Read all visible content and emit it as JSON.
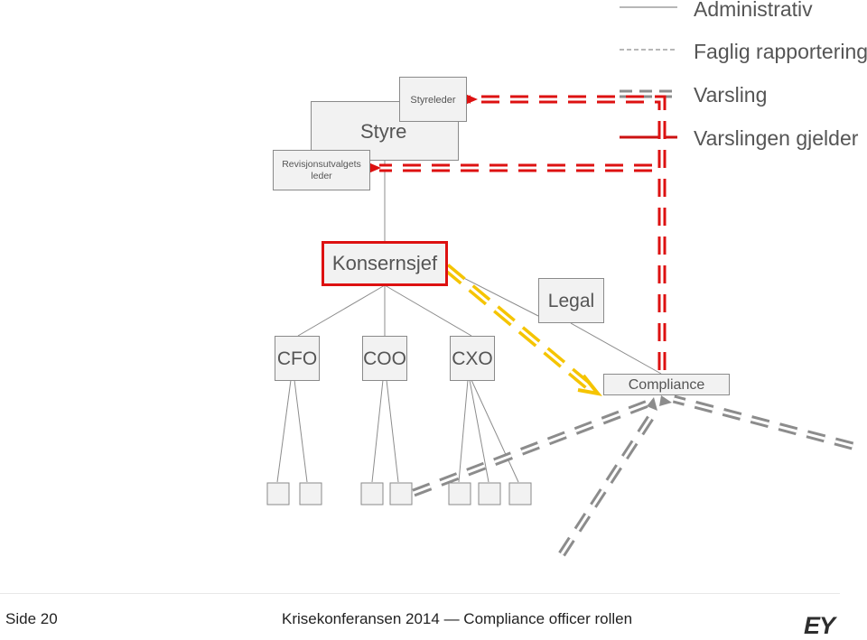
{
  "legend": {
    "administrative": "Administrativ",
    "professional_reporting": "Faglig rapportering",
    "whistleblowing": "Varsling",
    "whistleblowing_applies": "Varslingen gjelder"
  },
  "org": {
    "board": "Styre",
    "board_chair": "Styreleder",
    "audit_committee_chair_line1": "Revisjonsutvalgets",
    "audit_committee_chair_line2": "leder",
    "ceo": "Konsernsjef",
    "legal": "Legal",
    "compliance": "Compliance",
    "cfo": "CFO",
    "coo": "COO",
    "cxo": "CXO"
  },
  "footer": {
    "page": "Side 20",
    "title": "Krisekonferansen 2014 — Compliance officer rollen",
    "logo": "EY"
  },
  "colors": {
    "line_gray": "#8c8c8c",
    "whistle_red": "#dd1111",
    "whistle_yellow": "#f5c400",
    "box_fill": "#f2f2f2",
    "text_gray": "#555555"
  },
  "icons": {
    "arrow_head": "triangle-arrow-icon",
    "logo": "ey-logo"
  }
}
